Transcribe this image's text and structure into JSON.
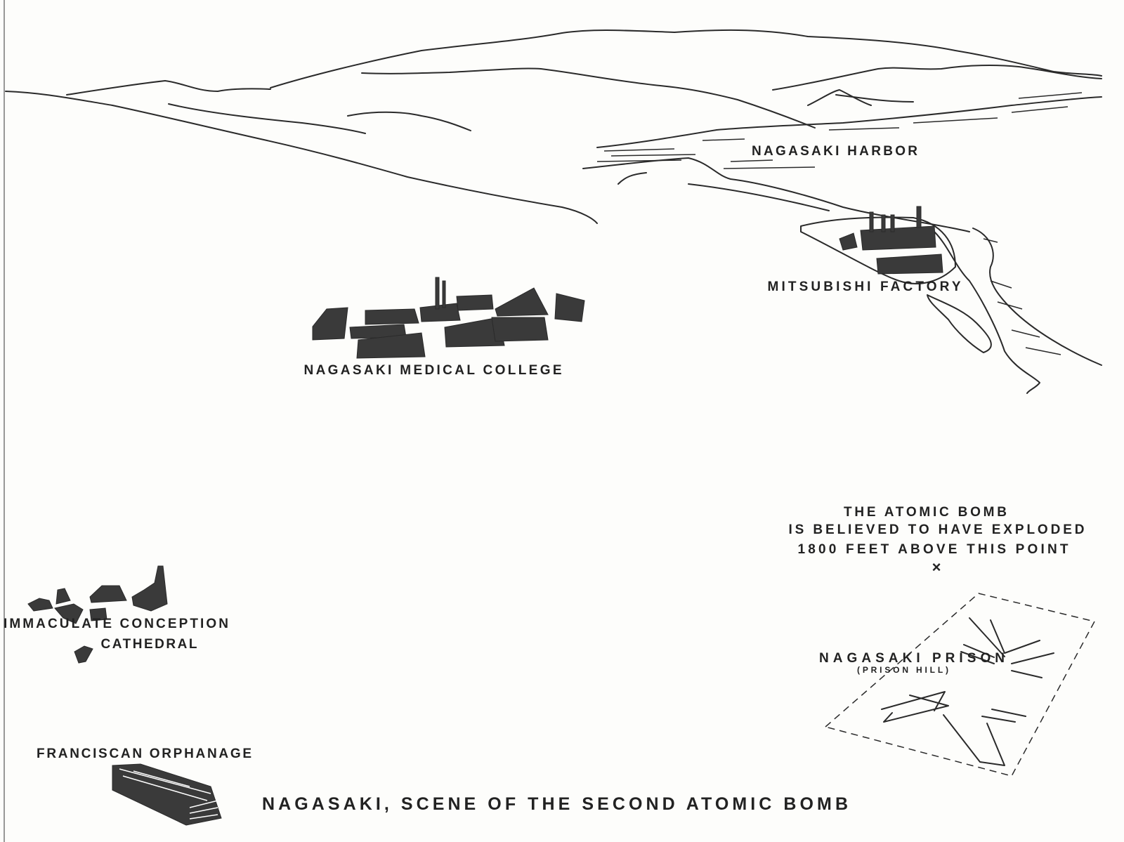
{
  "title": "NAGASAKI, SCENE OF THE SECOND ATOMIC BOMB",
  "labels": {
    "harbor": "NAGASAKI HARBOR",
    "factory": "MITSUBISHI FACTORY",
    "medical_college": "NAGASAKI MEDICAL COLLEGE",
    "bomb_line1": "THE ATOMIC BOMB",
    "bomb_line2": "IS BELIEVED TO HAVE EXPLODED",
    "bomb_line3": "1800 FEET ABOVE THIS POINT",
    "bomb_marker": "×",
    "prison": "NAGASAKI PRISON",
    "prison_sub": "(PRISON HILL)",
    "cathedral_line1": "IMMACULATE CONCEPTION",
    "cathedral_line2": "CATHEDRAL",
    "orphanage": "FRANCISCAN ORPHANAGE"
  },
  "colors": {
    "ink": "#2a2a2a",
    "paper": "#fdfdfb"
  }
}
